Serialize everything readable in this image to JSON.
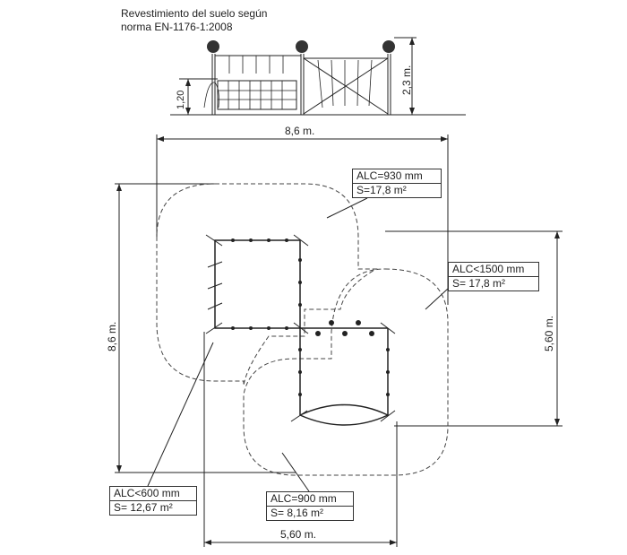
{
  "title": {
    "line1": "Revestimiento del suelo según",
    "line2": "norma EN-1176-1:2008"
  },
  "elevation": {
    "height_total": "2,3 m.",
    "height_platform": "1,20"
  },
  "dimensions": {
    "top_width": "8,6 m.",
    "left_height": "8,6 m.",
    "right_height": "5,60 m.",
    "bottom_width": "5,60 m."
  },
  "zones": [
    {
      "alc": "ALC=930 mm",
      "area": "S=17,8 m²"
    },
    {
      "alc": "ALC<1500 mm",
      "area": "S= 17,8 m²"
    },
    {
      "alc": "ALC<600 mm",
      "area": "S= 12,67 m²"
    },
    {
      "alc": "ALC=900 mm",
      "area": "S= 8,16 m²"
    }
  ]
}
